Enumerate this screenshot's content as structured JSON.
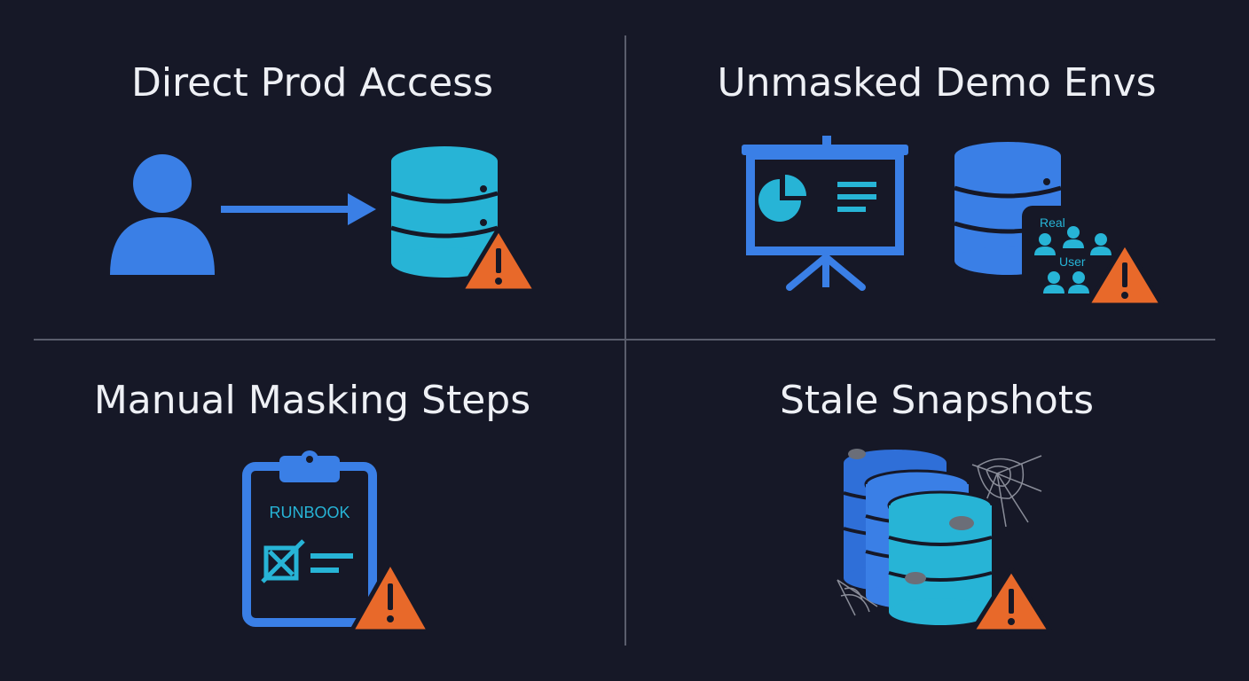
{
  "colors": {
    "background": "#161827",
    "divider": "#5a5d6c",
    "title": "#eef0f5",
    "blue": "#3a7fe6",
    "cyan": "#27b4d6",
    "warning": "#e8692a"
  },
  "panels": [
    {
      "id": "direct-prod-access",
      "title": "Direct Prod Access",
      "icons": [
        "user-icon",
        "arrow-right-icon",
        "database-icon",
        "warning-icon"
      ]
    },
    {
      "id": "unmasked-demo-envs",
      "title": "Unmasked Demo Envs",
      "icons": [
        "presentation-board-icon",
        "database-icon",
        "users-group-icon",
        "warning-icon"
      ],
      "labels": {
        "real": "Real",
        "user": "User"
      }
    },
    {
      "id": "manual-masking-steps",
      "title": "Manual Masking Steps",
      "icons": [
        "clipboard-icon",
        "unchecked-box-icon",
        "warning-icon"
      ],
      "labels": {
        "runbook": "RUNBOOK"
      }
    },
    {
      "id": "stale-snapshots",
      "title": "Stale Snapshots",
      "icons": [
        "stacked-databases-icon",
        "cobweb-icon",
        "warning-icon"
      ]
    }
  ]
}
